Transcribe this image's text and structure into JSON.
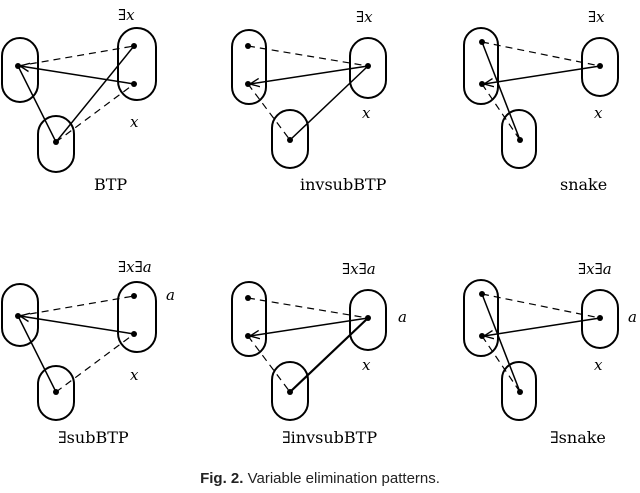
{
  "diagrams": [
    {
      "name": "BTP",
      "quantifier": "∃x",
      "a_label": "",
      "x_label": "x"
    },
    {
      "name": "invsubBTP",
      "quantifier": "∃x",
      "a_label": "",
      "x_label": "x"
    },
    {
      "name": "snake",
      "quantifier": "∃x",
      "a_label": "",
      "x_label": "x"
    },
    {
      "name": "∃subBTP",
      "quantifier": "∃x∃a",
      "a_label": "a",
      "x_label": "x"
    },
    {
      "name": "∃invsubBTP",
      "quantifier": "∃x∃a",
      "a_label": "a",
      "x_label": "x"
    },
    {
      "name": "∃snake",
      "quantifier": "∃x∃a",
      "a_label": "a",
      "x_label": "x"
    }
  ],
  "caption": {
    "label": "Fig. 2.",
    "text": "Variable elimination patterns."
  }
}
